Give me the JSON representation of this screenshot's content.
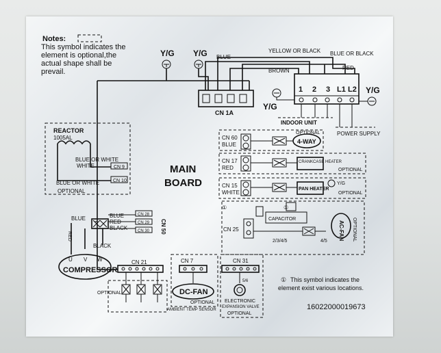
{
  "notes": {
    "heading": "Notes:",
    "optional_text": [
      "This symbol indicates the",
      "element is  optional,the",
      "actual shape shall be",
      "prevail."
    ],
    "various_text": [
      "This symbol indicates the",
      "element exist various locations."
    ]
  },
  "main_board": {
    "line1": "MAIN",
    "line2": "BOARD"
  },
  "ground": "Y/G",
  "wire_colors": {
    "blue": "BLUE",
    "yellow_black": "YELLOW OR BLACK",
    "blue_black": "BLUE OR BLACK",
    "brown": "BROWN",
    "red": "RED",
    "black": "BLACK",
    "white": "WHITE",
    "blue_or_white_short": "BLUE OR WHITE",
    "blue_or_white_long": "BLUE OR WHITE"
  },
  "terminal_block": {
    "terminals": [
      "1",
      "2",
      "3",
      "L1",
      "L2"
    ],
    "indoor_unit": "INDOOR UNIT",
    "power_supply": "POWER SUPPLY"
  },
  "connectors": {
    "cn1a": "CN 1A",
    "cn60": "CN 60",
    "cn17": "CN 17",
    "cn15": "CN 15",
    "cn25": "CN 25",
    "cn9": "CN 9",
    "cn10": "CN 10",
    "cn28": "CN 28",
    "cn29": "CN 29",
    "cn30": "CN 30",
    "cn50": "CN 50",
    "cn21": "CN 21",
    "cn7": "CN 7",
    "cn31": "CN 31"
  },
  "components": {
    "reactor": "REACTOR",
    "reactor_spec": "1005AL",
    "four_way": "4-WAY",
    "crankcase_heater": "CRANKCASE HEATER",
    "pan_heater": "PAN HEATER",
    "capacitor": "CAPACITOR",
    "ac_fan": "AC-FAN",
    "compressor": "COMPRESSOR",
    "compressor_phases": [
      "U",
      "V",
      "W"
    ],
    "dc_fan": "DC-FAN",
    "electronic": "ELECTRONIC",
    "expansion_valve": "EXPANSION VALVE",
    "ambient_sensor": "AMBIENT TEMP SENSOR",
    "fan_pins": "4/5",
    "fan_pins_long": "2/3/4/5",
    "valve_pins": "5/6"
  },
  "optional": "OPTIONAL",
  "various_marker": "①",
  "part_number": "16022000019673"
}
